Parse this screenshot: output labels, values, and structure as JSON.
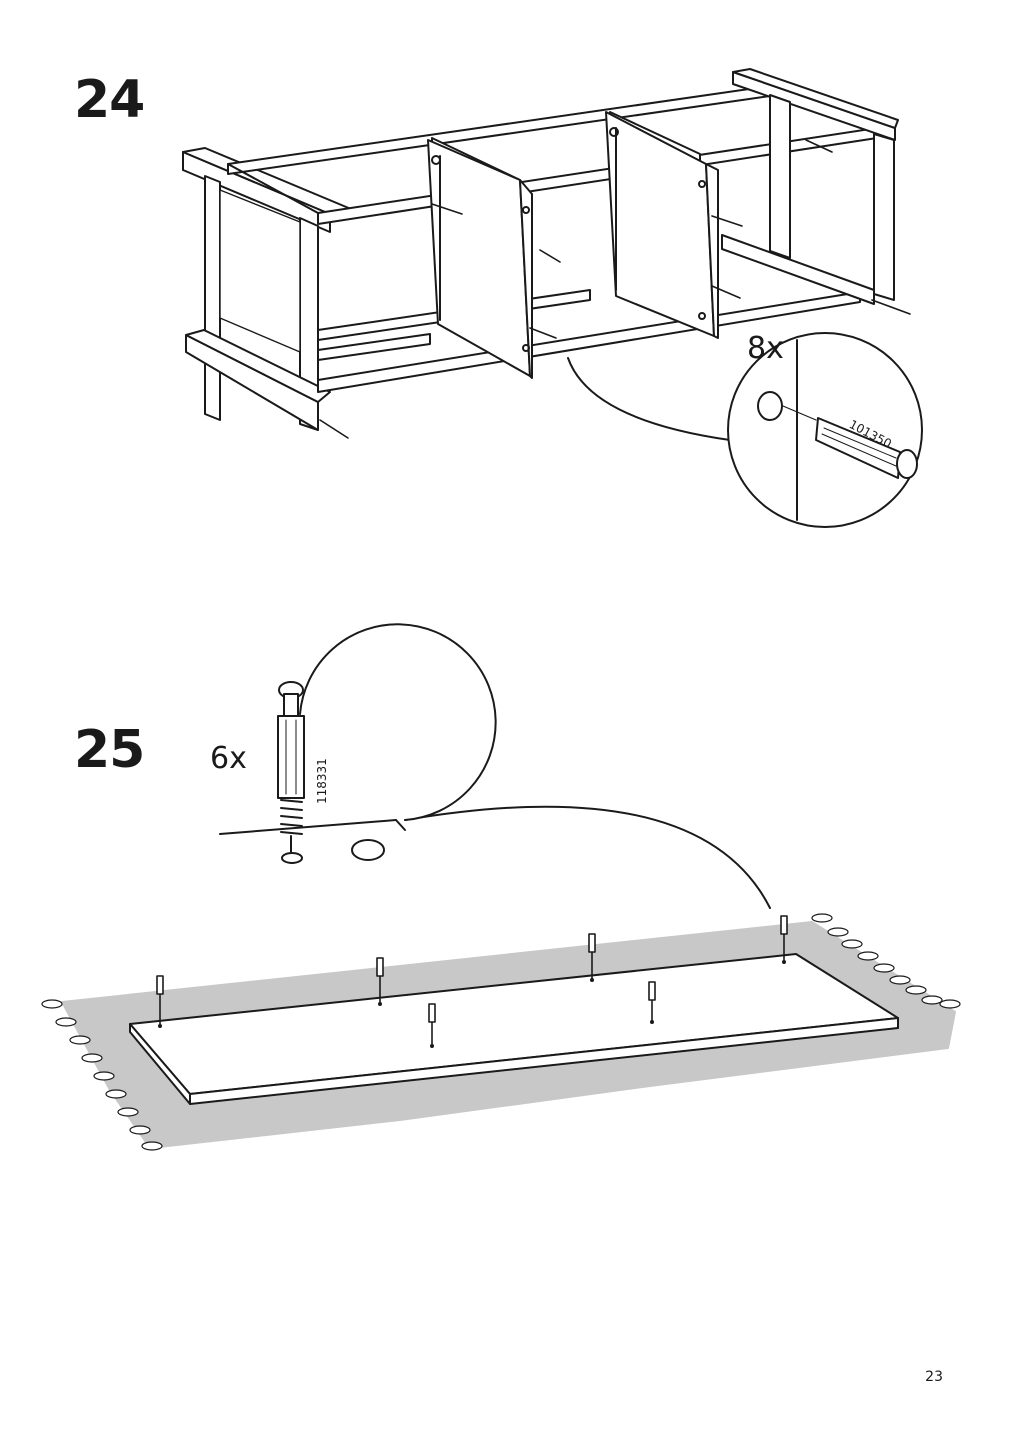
{
  "steps": [
    {
      "number": "24",
      "quantity": "8x",
      "part_number": "101350"
    },
    {
      "number": "25",
      "quantity": "6x",
      "part_number": "118331"
    }
  ],
  "page_number": "23"
}
